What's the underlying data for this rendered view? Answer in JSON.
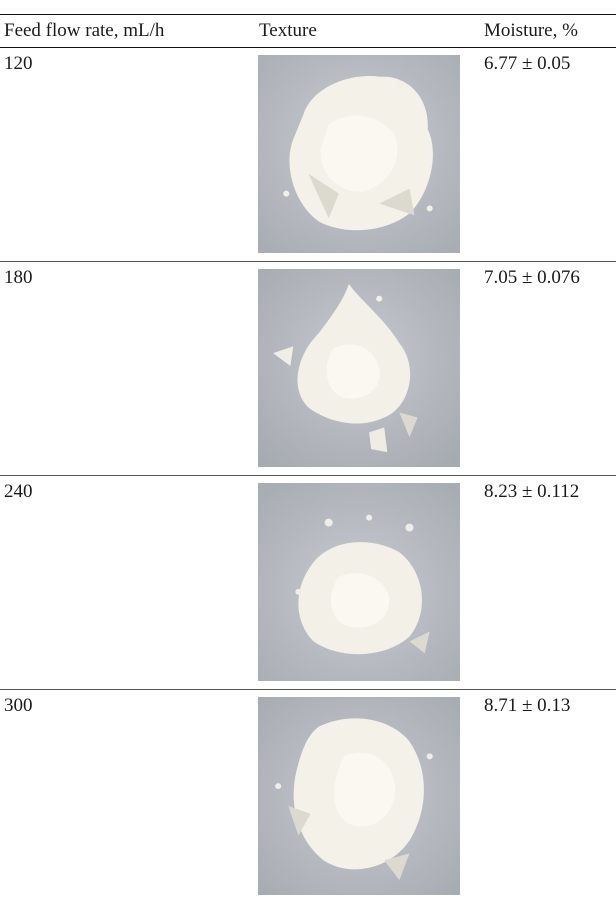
{
  "table": {
    "headers": {
      "flow": "Feed flow rate, mL/h",
      "texture": "Texture",
      "moisture": "Moisture, %"
    },
    "rows": [
      {
        "flow": "120",
        "moisture": "6.77 ± 0.05",
        "texture_image": "powder-photo"
      },
      {
        "flow": "180",
        "moisture": "7.05 ± 0.076",
        "texture_image": "powder-photo"
      },
      {
        "flow": "240",
        "moisture": "8.23 ± 0.112",
        "texture_image": "powder-photo"
      },
      {
        "flow": "300",
        "moisture": "8.71 ± 0.13",
        "texture_image": "powder-photo"
      }
    ]
  },
  "colors": {
    "background_photo": "#b9bcc2",
    "powder": "#f4f2ea",
    "powder_shadow": "#d8d5cb",
    "rule": "#111111"
  }
}
